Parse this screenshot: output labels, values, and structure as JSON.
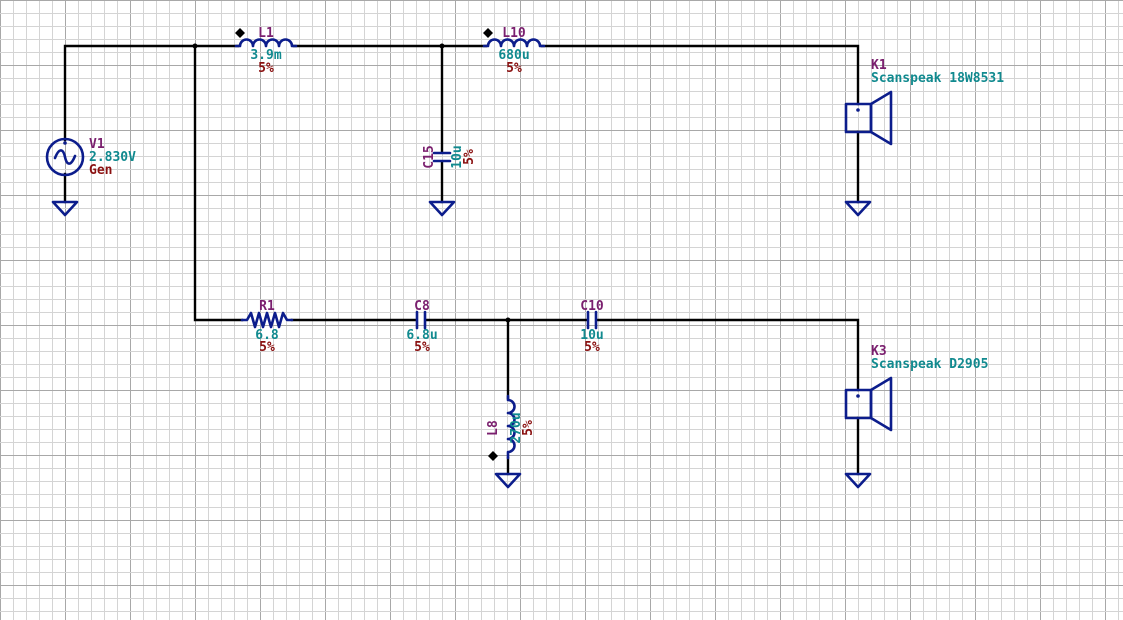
{
  "components": {
    "V1": {
      "name": "V1",
      "value": "2.830V",
      "tol": "Gen"
    },
    "L1": {
      "name": "L1",
      "value": "3.9m",
      "tol": "5%"
    },
    "L10": {
      "name": "L10",
      "value": "680u",
      "tol": "5%"
    },
    "C15": {
      "name": "C15",
      "value": "10u",
      "tol": "5%"
    },
    "K1": {
      "name": "K1",
      "value": "Scanspeak 18W8531"
    },
    "R1": {
      "name": "R1",
      "value": "6.8",
      "tol": "5%"
    },
    "C8": {
      "name": "C8",
      "value": "6.8u",
      "tol": "5%"
    },
    "C10": {
      "name": "C10",
      "value": "10u",
      "tol": "5%"
    },
    "L8": {
      "name": "L8",
      "value": "270u",
      "tol": "5%"
    },
    "K3": {
      "name": "K3",
      "value": "Scanspeak D2905"
    }
  },
  "colors": {
    "wire": "#000000",
    "component": "#0c1d8c",
    "grid_minor": "#d4d4d4",
    "grid_major": "#a8a8a8",
    "name_text": "#7a1f6e",
    "value_text": "#118a8f",
    "tolerance_text": "#8a1010"
  }
}
